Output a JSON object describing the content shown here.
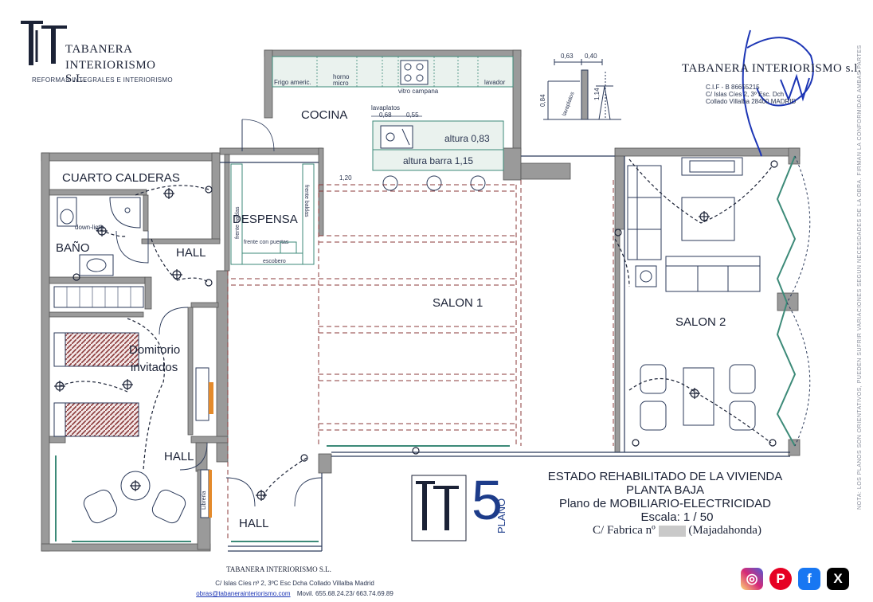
{
  "company": {
    "logo_name_line1": "TABANERA",
    "logo_name_line2": "INTERIORISMO S.L.",
    "tagline": "REFORMAS INTEGRALES E INTERIORISMO",
    "name_right": "TABANERA INTERIORISMO s.l.",
    "cif": "C.I.F - B 86655215",
    "address_right": "C/ Islas Cíes 2, 3º Esc. Dch",
    "city_right": "Collado Villalba 28400 MADRID"
  },
  "rooms": {
    "cocina": "COCINA",
    "cuarto_calderas": "CUARTO CALDERAS",
    "despensa": "DESPENSA",
    "bano": "BAÑO",
    "hall_top": "HALL",
    "salon1": "SALON 1",
    "salon2": "SALON 2",
    "dormitorio_line1": "Domitorio",
    "dormitorio_line2": "invitados",
    "hall_mid": "HALL",
    "hall_bottom": "HALL"
  },
  "kitchen_labels": {
    "frigo": "Frigo americ.",
    "horno": "horno",
    "micro": "micro",
    "vitro": "vitro campana",
    "lavador": "lavador",
    "lavaplatos": "lavaplatos",
    "dim_068": "0,68",
    "dim_055": "0,55",
    "altura": "altura 0,83",
    "altura_barra": "altura barra 1,15",
    "dim_120": "1,20"
  },
  "despensa_labels": {
    "frente_baldas_left": "frente baldas",
    "frente_baldas_right": "frente baldas",
    "frente_puertas": "frente con puertas",
    "escobero": "escobero"
  },
  "misc_labels": {
    "down_light": "down-ligth",
    "libreria": "Libreria",
    "dim_063": "0,63",
    "dim_040": "0,40",
    "dim_084": "0,84",
    "dim_114": "1,14",
    "lavaplatos_section": "lavaplatos"
  },
  "title_block": {
    "plan_number": "5",
    "plan_word": "PLANO",
    "line1": "ESTADO REHABILITADO DE LA VIVIENDA",
    "line2": "PLANTA BAJA",
    "line3": "Plano de MOBILIARIO-ELECTRICIDAD",
    "scale": "Escala: 1 / 50",
    "address_prefix": "C/ Fabrica nº",
    "address_suffix": "(Majadahonda)"
  },
  "footer": {
    "company": "TABANERA INTERIORISMO S.L.",
    "address": "C/ Islas Cíes nº 2, 3ºC Esc Dcha Collado Villalba Madrid",
    "email": "obras@tabanerainteriorismo.com",
    "phones": "Movil. 655.68.24.23/ 663.74.69.89"
  },
  "side_note": "NOTA: LOS PLANOS SON ORIENTATIVOS, PUEDEN SUFRIR VARIACIONES SEGÚN NECESIDADES DE LA OBRA. FIRMAN LA CONFORMIDAD AMBAS PARTES",
  "social": {
    "instagram_icon": "instagram-icon",
    "pinterest_icon": "pinterest-icon",
    "facebook_icon": "facebook-icon",
    "x_icon": "x-icon",
    "instagram_glyph": "◎",
    "pinterest_glyph": "P",
    "facebook_glyph": "f",
    "x_glyph": "X"
  },
  "colors": {
    "wall": "#8d8d8d",
    "line": "#2b3a5a",
    "accent_green": "#3c8a78",
    "bed": "#8b3a3a",
    "signature": "#1d36b5",
    "instagram": "#d62976",
    "pinterest": "#e60023",
    "facebook": "#1877f2",
    "x": "#000000"
  }
}
